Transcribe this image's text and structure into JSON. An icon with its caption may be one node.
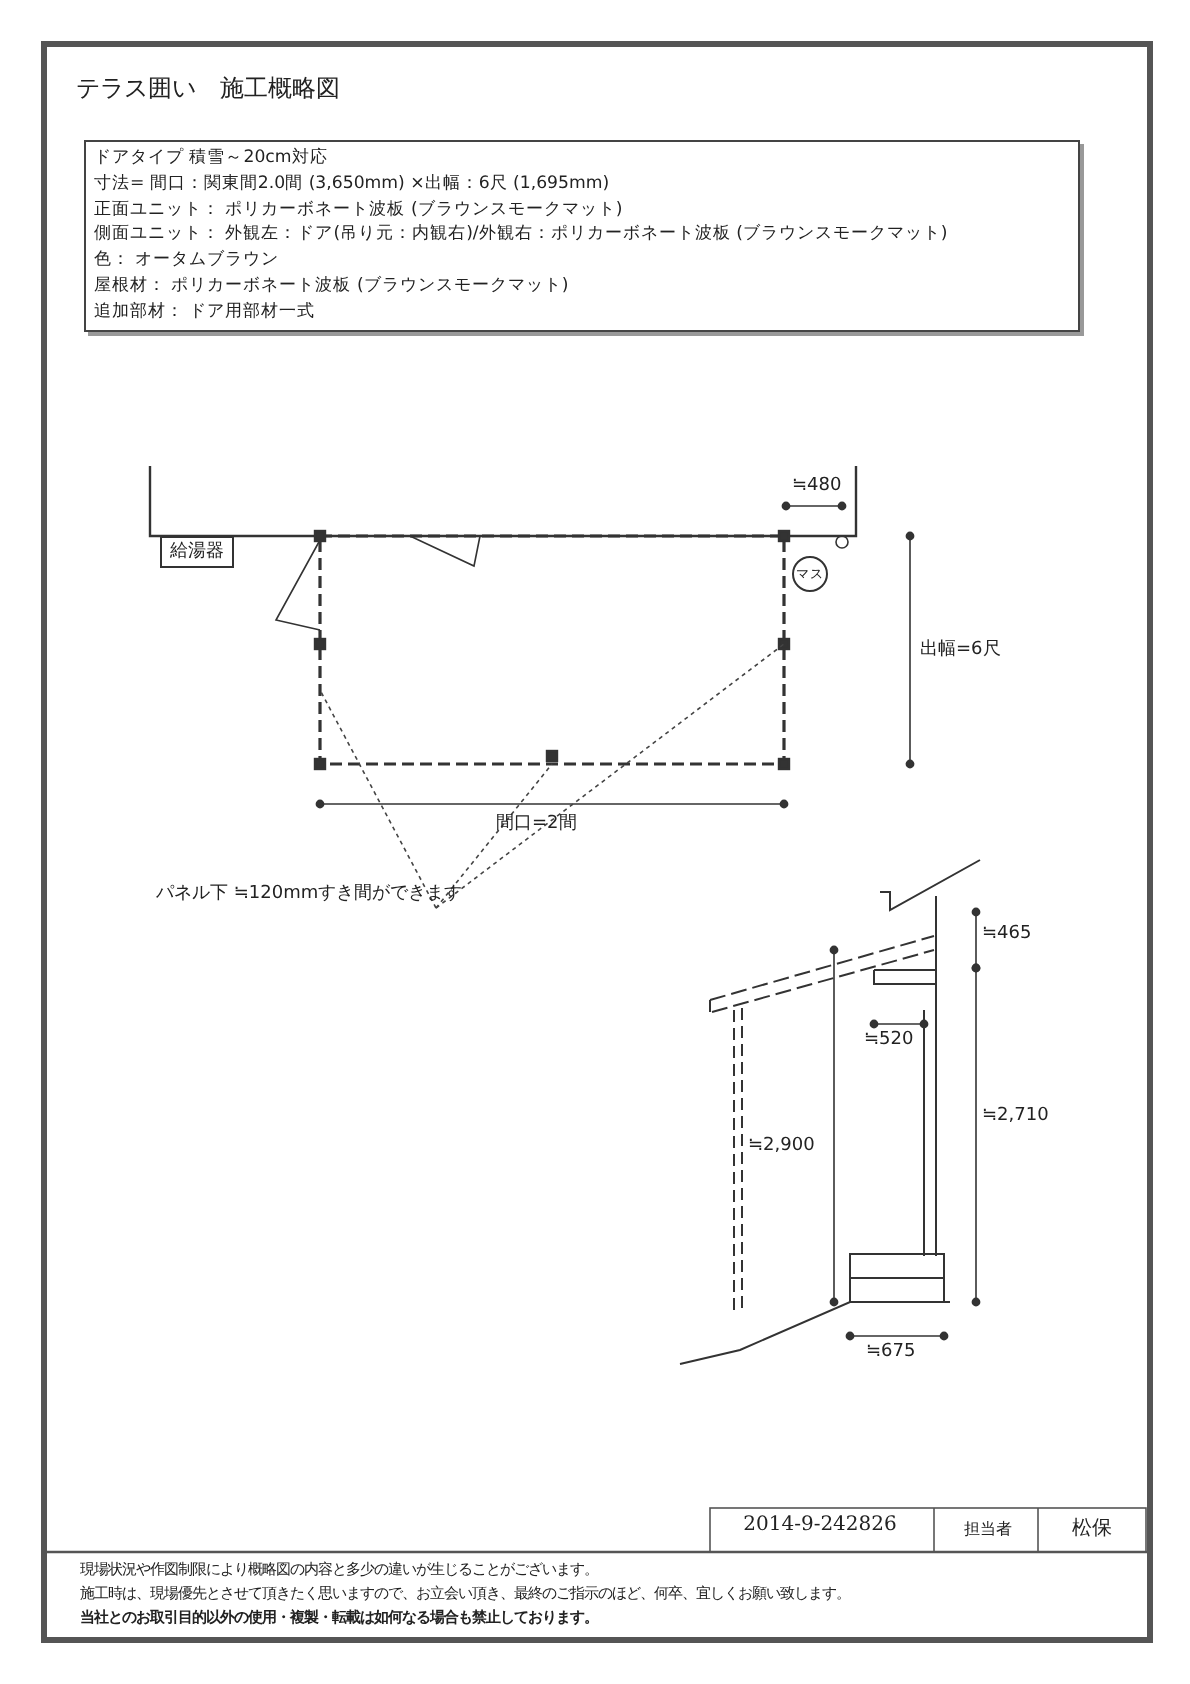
{
  "diagram": {
    "title": "テラス囲い　施工概略図",
    "nodes": [
      {
        "text": [
          "ドアタイプ 積雪～20cm対応",
          "寸法= 間口：関東間2.0間 (3,650mm) ×出幅：6尺 (1,695mm)",
          "正面ユニット： ポリカーボネート波板 (ブラウンスモークマット)",
          "側面ユニット： 外観左：ドア(吊り元：内観右)/外観右：ポリカーボネート波板 (ブラウンスモークマット)",
          "色： オータムブラウン",
          "屋根材： ポリカーボネート波板 (ブラウンスモークマット)",
          "追加部材： ドア用部材一式"
        ]
      },
      {
        "text": [
          "給湯器"
        ]
      },
      {
        "text": [
          "マス"
        ]
      },
      {
        "text": [
          "パネル下 ≒120mmすき間ができます"
        ]
      }
    ],
    "edges": [
      {
        "from": 3,
        "to": null,
        "arrow": "none",
        "style": "dashed"
      },
      {
        "from": 3,
        "to": null,
        "arrow": "none",
        "style": "dashed"
      },
      {
        "from": 3,
        "to": null,
        "arrow": "none",
        "style": "dashed"
      }
    ],
    "labels": [
      "≒480",
      "出幅=6尺",
      "間口=2間",
      "≒465",
      "≒520",
      "≒2,710",
      "≒2,900",
      "≒675",
      "2014-9-242826",
      "担当者",
      "松保",
      "現場状況や作図制限により概略図の内容と多少の違いが生じることがございます。",
      "施工時は、現場優先とさせて頂きたく思いますので、お立会い頂き、最終のご指示のほど、何卒、宜しくお願い致します。",
      "当社とのお取引目的以外の使用・複製・転載は如何なる場合も禁止しております。"
    ]
  }
}
